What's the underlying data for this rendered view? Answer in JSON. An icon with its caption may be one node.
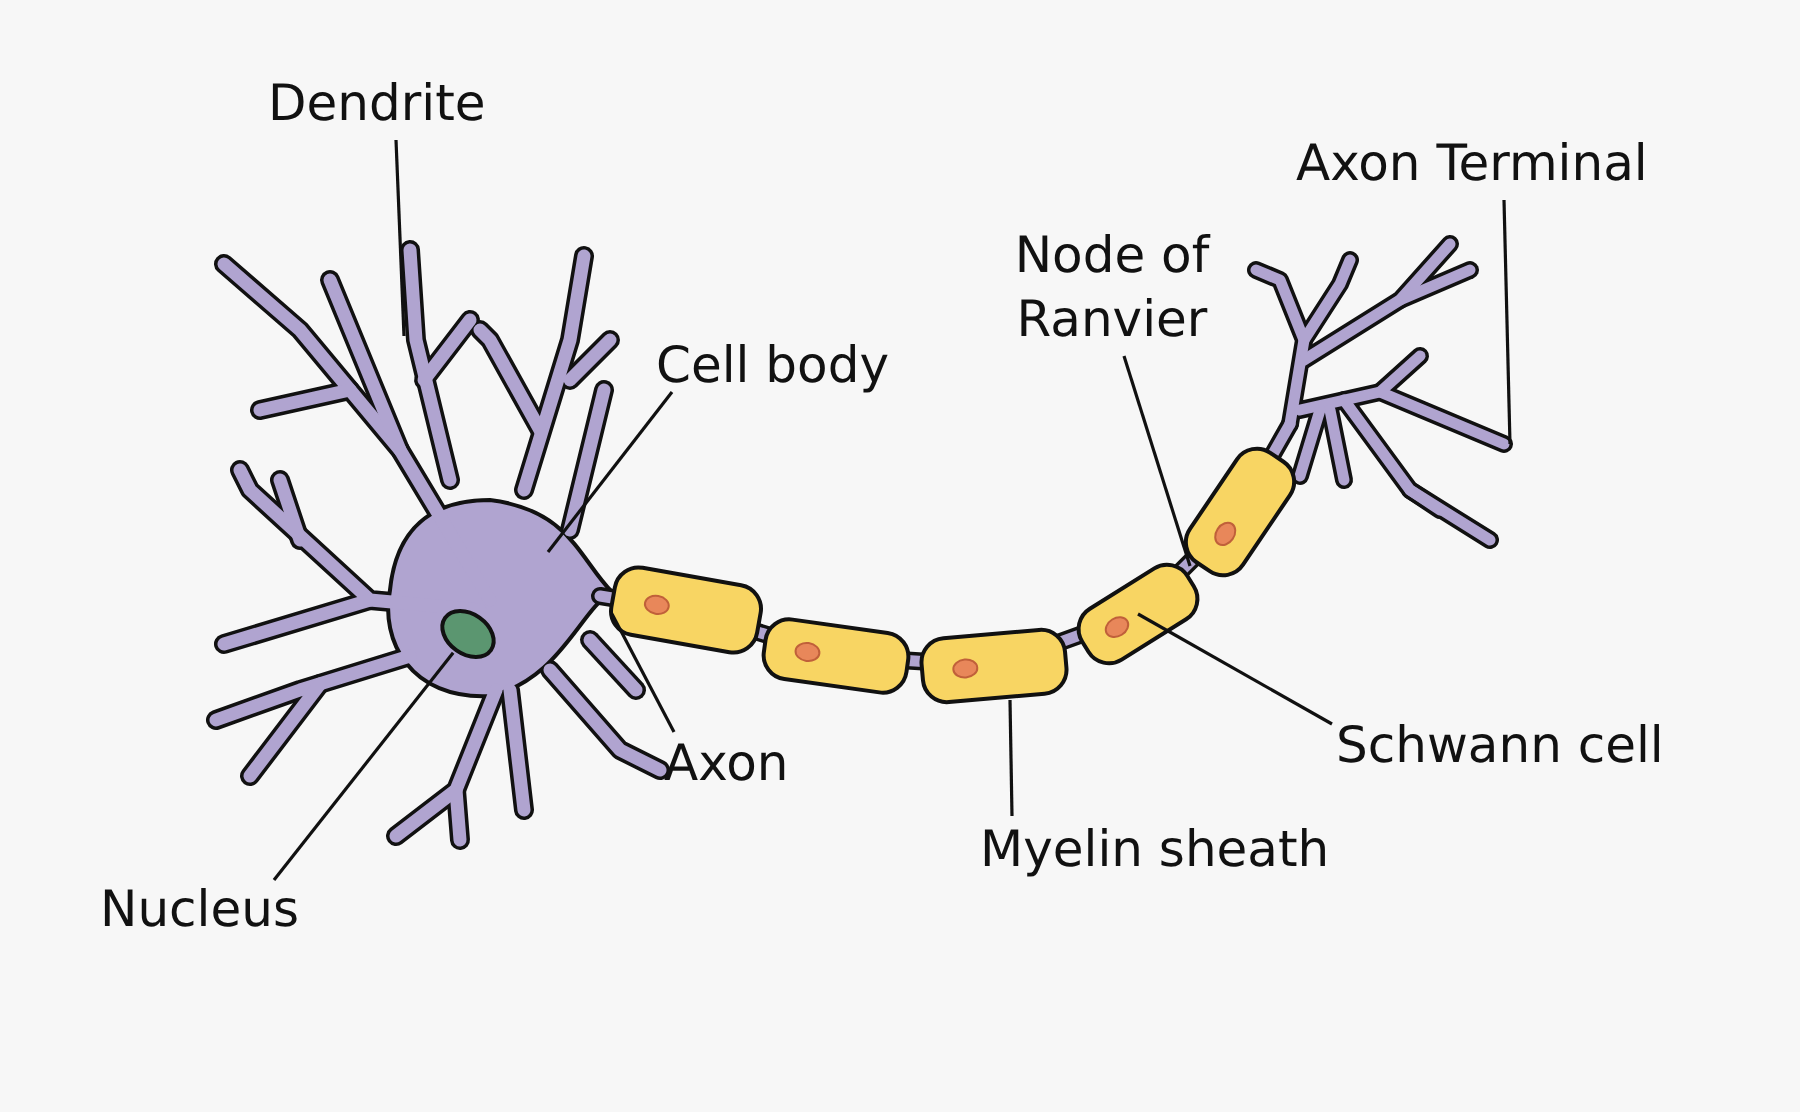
{
  "diagram": {
    "nodes": [
      {
        "text": [
          "Dendrite"
        ]
      },
      {
        "text": [
          "Axon Terminal"
        ]
      },
      {
        "text": [
          "Node of Ranvier"
        ]
      },
      {
        "text": [
          "Cell body"
        ]
      },
      {
        "text": [
          "Schwann cell"
        ]
      },
      {
        "text": [
          "Axon"
        ]
      },
      {
        "text": [
          "Myelin sheath"
        ]
      },
      {
        "text": [
          "Nucleus"
        ]
      },
      {
        "text": [],
        "shape": "circle"
      }
    ],
    "edges": [
      {
        "from": 0,
        "to": null,
        "arrow": "none"
      },
      {
        "from": 1,
        "to": null,
        "arrow": "none"
      },
      {
        "from": 2,
        "to": null,
        "arrow": "none"
      },
      {
        "from": 3,
        "to": null,
        "arrow": "none"
      },
      {
        "from": 4,
        "to": null,
        "arrow": "none"
      },
      {
        "from": 5,
        "to": null,
        "arrow": "none"
      },
      {
        "from": 6,
        "to": null,
        "arrow": "none"
      },
      {
        "from": 7,
        "to": 8,
        "arrow": "none"
      }
    ]
  }
}
